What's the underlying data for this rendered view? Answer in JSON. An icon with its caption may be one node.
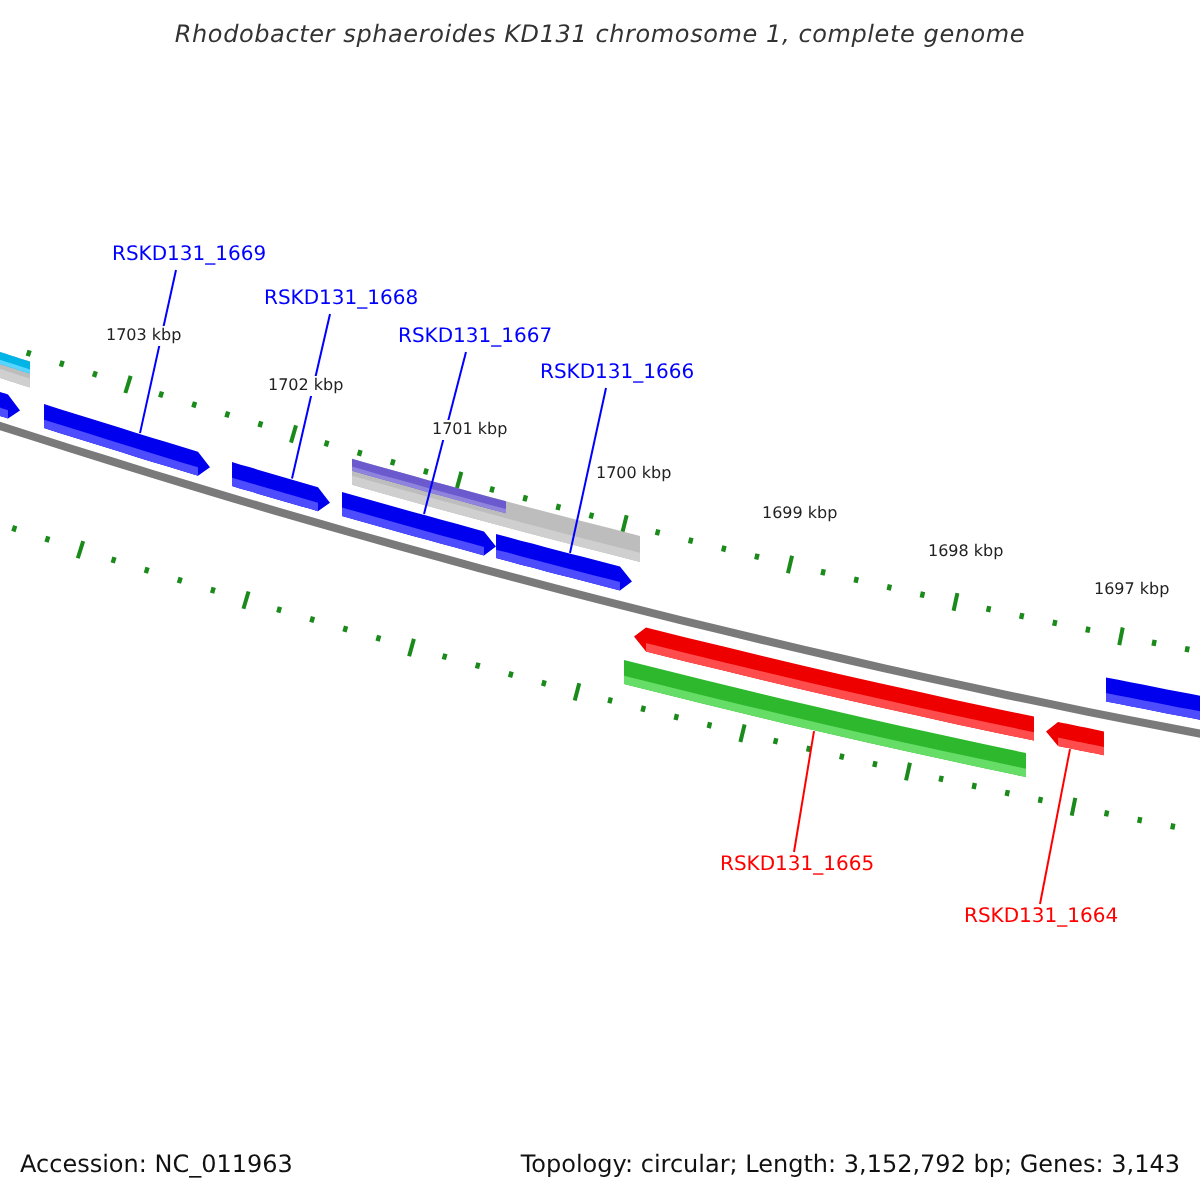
{
  "diagram": {
    "title": "Rhodobacter sphaeroides KD131 chromosome 1, complete genome",
    "nodes": [
      {
        "text": [
          "RSKD131_1669"
        ]
      },
      {
        "text": [
          "RSKD131_1668"
        ]
      },
      {
        "text": [
          "RSKD131_1667"
        ]
      },
      {
        "text": [
          "RSKD131_1666"
        ]
      },
      {
        "text": [
          "RSKD131_1665"
        ]
      },
      {
        "text": [
          "RSKD131_1664"
        ]
      },
      {
        "text": [],
        "shape": "bar"
      },
      {
        "text": [],
        "shape": "bar"
      },
      {
        "text": [],
        "shape": "bar"
      },
      {
        "text": [],
        "shape": "bar"
      },
      {
        "text": [],
        "shape": "bar"
      },
      {
        "text": [],
        "shape": "bar"
      }
    ],
    "edges": [
      {
        "from": 0,
        "to": 6,
        "arrow": "none"
      },
      {
        "from": 1,
        "to": 7,
        "arrow": "none"
      },
      {
        "from": 2,
        "to": 8,
        "arrow": "none"
      },
      {
        "from": 3,
        "to": 9,
        "arrow": "none"
      },
      {
        "from": 4,
        "to": 10,
        "arrow": "none",
        "color": "#ff0000"
      },
      {
        "from": 5,
        "to": 11,
        "arrow": "none",
        "color": "#ff0000"
      }
    ],
    "labels": [
      "1703 kbp",
      "1702 kbp",
      "1701 kbp",
      "1700 kbp",
      "1699 kbp",
      "1698 kbp",
      "1697 kbp",
      "Accession: NC_011963",
      "Topology: circular; Length: 3,152,792 bp; Genes: 3,143"
    ]
  }
}
